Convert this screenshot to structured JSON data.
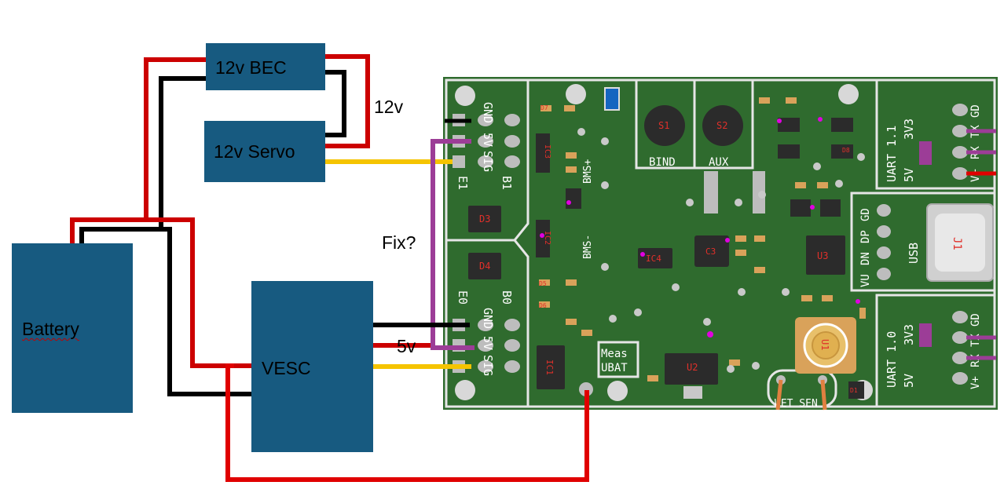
{
  "blocks": {
    "bec": "12v BEC",
    "servo": "12v Servo",
    "battery": "Battery",
    "vesc": "VESC"
  },
  "labels": {
    "v12": "12v",
    "v5": "5v",
    "fix": "Fix?"
  },
  "board": {
    "silk": {
      "gnd": "GND",
      "v5": "5V",
      "sig": "SIG",
      "e1": "E1",
      "b1": "B1",
      "e0": "E0",
      "b0": "B0",
      "bms_plus": "BMS+",
      "bms_minus": "BMS-",
      "bind": "BIND",
      "aux": "AUX",
      "uart11": "UART 1.1",
      "uart10": "UART 1.0",
      "v5b": "5V",
      "v3v3": "3V3",
      "vplus": "V+",
      "rx": "RX",
      "tx": "TX",
      "gd": "GD",
      "vu": "VU",
      "dn": "DN",
      "dp": "DP",
      "usb": "USB",
      "meas": "Meas",
      "ubat": "UBAT",
      "wet_sen": "WET SEN"
    },
    "refs": {
      "d3": "D3",
      "d4": "D4",
      "j1": "J1",
      "u3": "U3",
      "ic4": "IC4",
      "c3": "C3",
      "ic3": "IC3",
      "s1": "S1",
      "s2": "S2",
      "u2": "U2",
      "u1": "U1",
      "ic1": "IC1",
      "ic2": "IC2",
      "d7": "D7",
      "d8": "D8",
      "d6": "D6",
      "d5": "D5",
      "d1": "D1"
    }
  },
  "colors": {
    "block_fill": "#175a80",
    "pcb": "#2f6b2e",
    "wire_red": "#cc0000",
    "wire_black": "#000000",
    "wire_yellow": "#f5c400",
    "wire_purple": "#9c3d97",
    "wire_orange": "#e08040"
  }
}
